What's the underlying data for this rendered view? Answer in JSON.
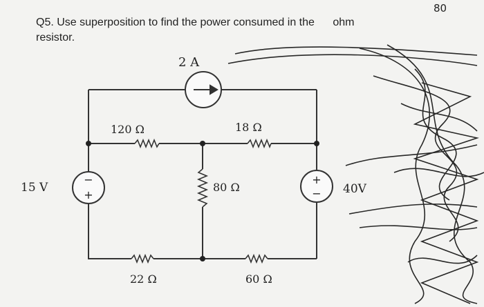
{
  "question": {
    "line1": "Q5. Use superposition to find the power consumed in the",
    "unit": "ohm",
    "line2": "resistor.",
    "handwritten_value": "80"
  },
  "circuit": {
    "current_source": "2 A",
    "voltage_source_left": "15 V",
    "voltage_source_right": "40V",
    "resistor_top_left": "120 Ω",
    "resistor_top_right": "18 Ω",
    "resistor_middle": "80 Ω",
    "resistor_bottom_left": "22 Ω",
    "resistor_bottom_right": "60 Ω",
    "plus_sign": "+",
    "minus_sign": "−"
  }
}
